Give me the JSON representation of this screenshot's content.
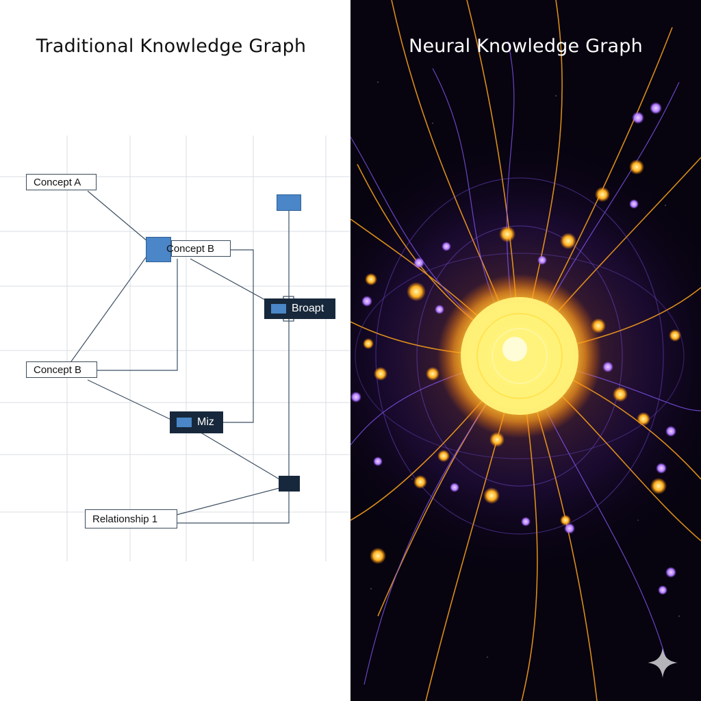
{
  "left_panel": {
    "title": "Traditional Knowledge Graph",
    "nodes": {
      "concept_a": "Concept A",
      "concept_b_top": "Concept B",
      "broapt": "Broapt",
      "concept_b_bottom": "Concept B",
      "miz": "Miz",
      "relationship_1": "Relationship 1"
    }
  },
  "right_panel": {
    "title": "Neural Knowledge Graph"
  },
  "colors": {
    "node_blue": "#4a86c8",
    "node_dark": "#17283c",
    "edge": "#3d4f63",
    "grid": "#d9dde3",
    "neural_bg": "#07030f",
    "orange": "#ffb020",
    "violet": "#b57cff",
    "core": "#fff27a"
  },
  "icons": {
    "watermark": "sparkle-icon"
  }
}
